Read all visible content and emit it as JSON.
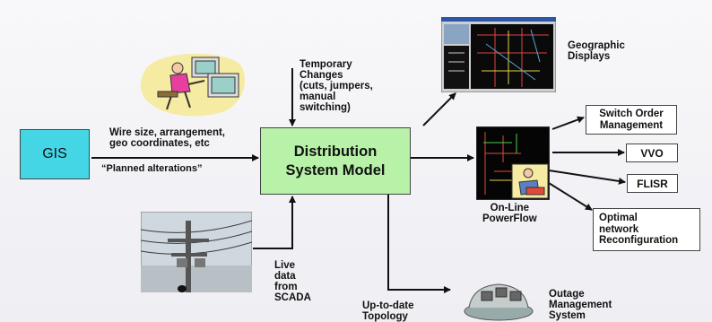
{
  "gis": {
    "label": "GIS"
  },
  "dsm": {
    "line1": "Distribution",
    "line2": "System Model"
  },
  "labels": {
    "wire": "Wire size, arrangement,\ngeo coordinates, etc",
    "planned": "“Planned alterations”",
    "temporary": "Temporary\nChanges\n(cuts, jumpers,\nmanual\nswitching)",
    "live": "Live\ndata\nfrom\nSCADA",
    "topology": "Up-to-date\nTopology",
    "geographic": "Geographic\nDisplays",
    "powerflow": "On-Line\nPowerFlow",
    "outage": "Outage\nManagement\nSystem"
  },
  "outputs": {
    "switch_order": "Switch Order\nManagement",
    "vvo": "VVO",
    "flisr": "FLISR",
    "optimal": "Optimal\nnetwork\nReconfiguration"
  },
  "colors": {
    "gis_fill": "#45d6e6",
    "dsm_fill": "#b8f2a8",
    "arrow": "#111111"
  }
}
